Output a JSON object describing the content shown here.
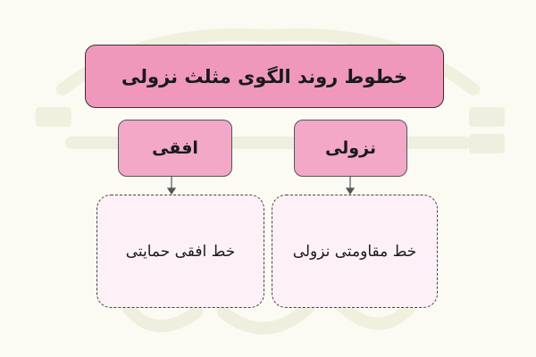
{
  "diagram": {
    "title": "خطوط روند الگوی مثلث نزولی",
    "branches": [
      {
        "label": "نزولی",
        "detail": "خط مقاومتی نزولی"
      },
      {
        "label": "افقی",
        "detail": "خط افقی حمایتی"
      }
    ]
  },
  "colors": {
    "background": "#fbfbf4",
    "title_fill": "#f098bc",
    "branch_fill": "#f2a8c6",
    "leaf_fill": "#fdf0f6"
  }
}
